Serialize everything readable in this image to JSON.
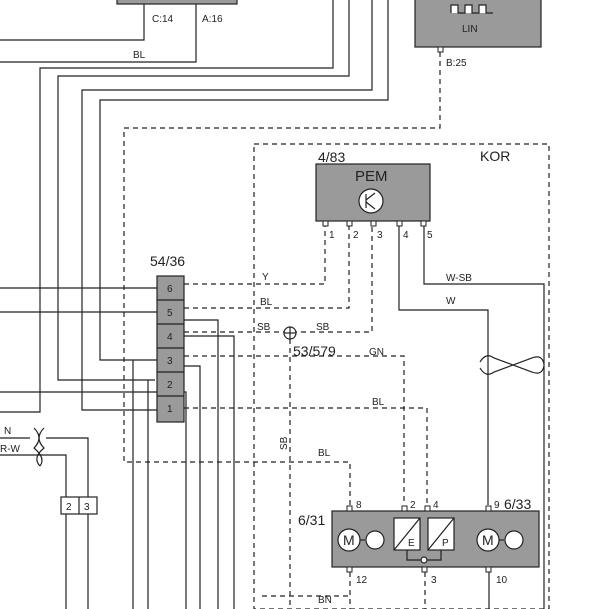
{
  "connectors": {
    "top_left_c": "C:14",
    "top_left_a": "A:16",
    "lin_module": "LIN",
    "lin_pin": "B:25"
  },
  "modules": {
    "pem_id": "4/83",
    "pem_name": "PEM",
    "zone": "KOR",
    "connector_id": "54/36",
    "splice_id": "53/579",
    "unit_left": "6/31",
    "unit_right": "6/33"
  },
  "pem_pins": [
    "1",
    "2",
    "3",
    "4",
    "5"
  ],
  "connector_pins": [
    "6",
    "5",
    "4",
    "3",
    "2",
    "1"
  ],
  "unit_pins_top": [
    "8",
    "2",
    "4",
    "9"
  ],
  "unit_pins_bottom": [
    "12",
    "3",
    "10"
  ],
  "unit_labels": {
    "e": "E",
    "p": "P"
  },
  "wires": {
    "bl_top": "BL",
    "y": "Y",
    "bl_pem2": "BL",
    "sb_left": "SB",
    "sb_right": "SB",
    "gn": "GN",
    "bl_mid": "BL",
    "sb_vertical": "SB",
    "bl_low": "BL",
    "w_sb": "W-SB",
    "w": "W",
    "bn": "BN",
    "n_left": "N",
    "r_w": "R-W"
  },
  "left_small_box": [
    "2",
    "3"
  ]
}
